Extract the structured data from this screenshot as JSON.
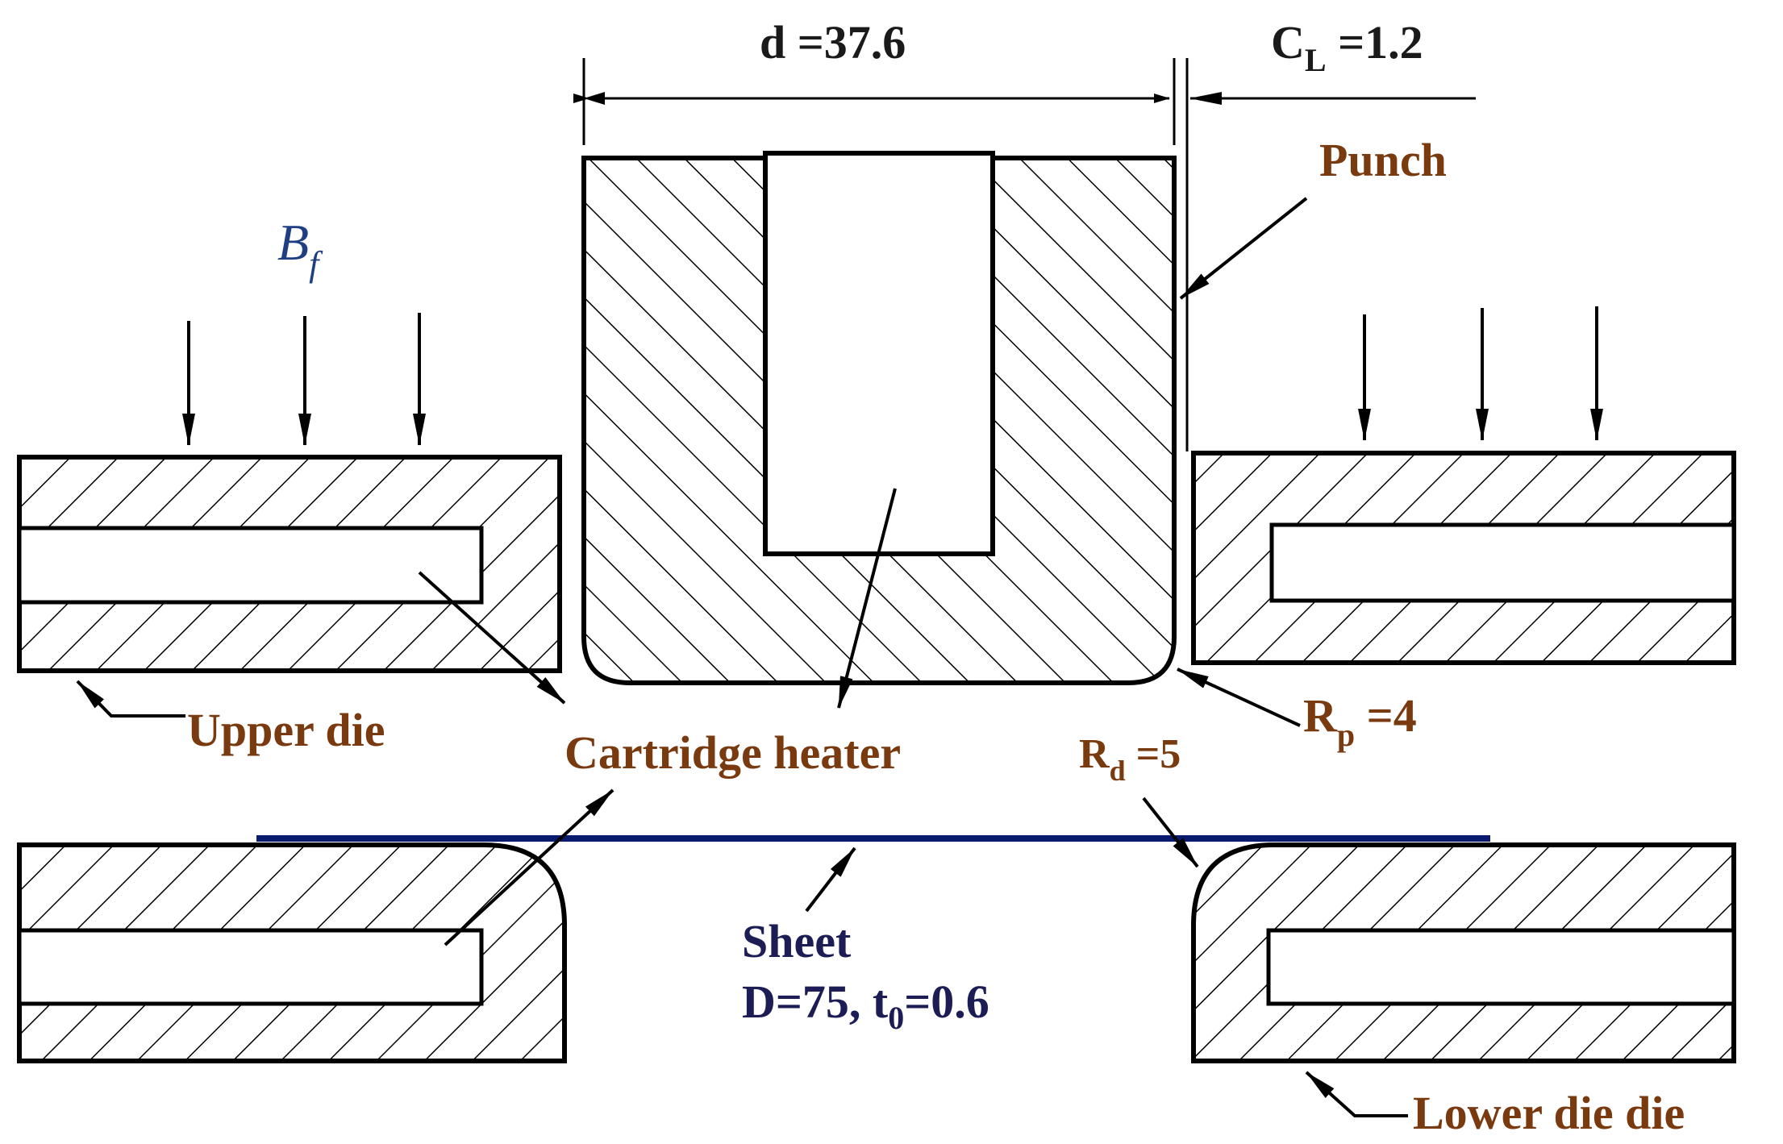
{
  "dimensions": {
    "punch_diameter": "d =37.6",
    "clearance_main": "C",
    "clearance_sub": "L",
    "clearance_value": " =1.2",
    "punch_radius_main": "R",
    "punch_radius_sub": "p",
    "punch_radius_value": " =4",
    "die_radius_main": "R",
    "die_radius_sub": "d",
    "die_radius_value": " =5"
  },
  "labels": {
    "punch": "Punch",
    "blank_force_main": "B",
    "blank_force_sub": "f",
    "upper_die": "Upper die",
    "cartridge_heater": "Cartridge heater",
    "sheet": "Sheet",
    "sheet_dims_prefix": "D=75, t",
    "sheet_dims_sub": "0",
    "sheet_dims_suffix": "=0.6",
    "lower_die": "Lower die die"
  },
  "colors": {
    "label_text": "#7a3a10",
    "blank_force": "#1f3f82",
    "sheet_line": "#0a1a6e",
    "outline": "#000000"
  }
}
